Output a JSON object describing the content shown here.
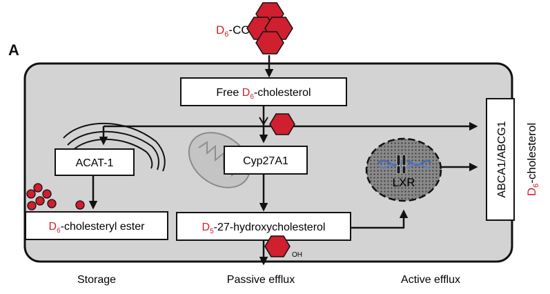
{
  "panel_label": "A",
  "input": {
    "prefix": "D",
    "subscript": "6",
    "suffix": "-CC"
  },
  "boxes": {
    "free": {
      "pre": "Free ",
      "d": "D",
      "sub": "6",
      "post": "-cholesterol"
    },
    "acat": {
      "text": "ACAT-1"
    },
    "cyp": {
      "text": "Cyp27A1"
    },
    "ester": {
      "d": "D",
      "sub": "6",
      "post": "-cholesteryl ester"
    },
    "hydroxy": {
      "d": "D",
      "sub": "5",
      "post": "-27-hydroxycholesterol"
    },
    "transporter": {
      "text": "ABCA1/ABCG1"
    }
  },
  "nucleus_label": "LXR",
  "oh_label": "OH",
  "side_label": {
    "d": "D",
    "sub": "6",
    "post": "-cholesterol"
  },
  "captions": {
    "storage": "Storage",
    "passive": "Passive efflux",
    "active": "Active efflux"
  },
  "colors": {
    "accent_red": "#d01f2e",
    "cell_fill": "#d3d3d3",
    "stroke": "#111111",
    "organelle": "#b9b9b9"
  }
}
